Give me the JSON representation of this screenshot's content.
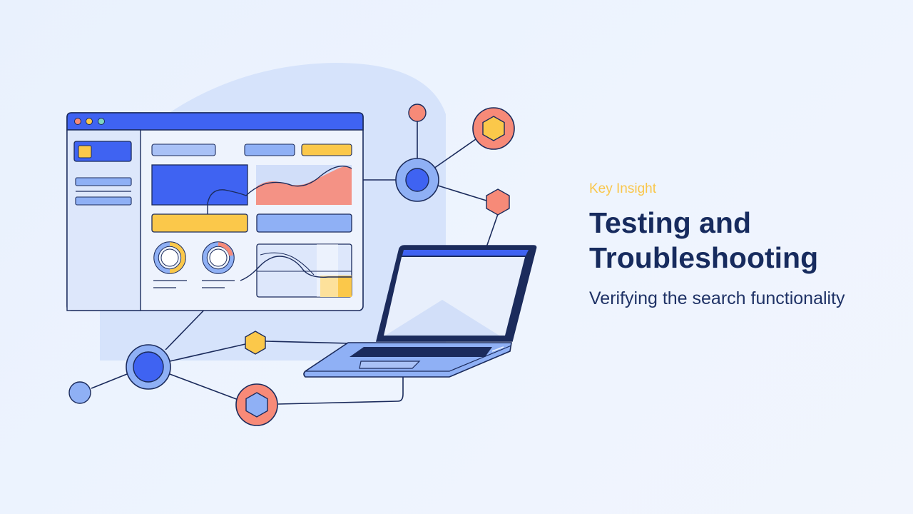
{
  "slide": {
    "eyebrow": "Key Insight",
    "title": "Testing and Troubleshooting",
    "subtitle": "Verifying the search functionality"
  },
  "colors": {
    "background": "#edf3fd",
    "primary_blue": "#3f63f2",
    "light_blue": "#8fb0f5",
    "coral": "#f78a78",
    "yellow": "#fbc84a",
    "navy": "#1b2b5c",
    "blob": "#d6e3fb"
  },
  "illustration": {
    "icons": [
      "dashboard-window-icon",
      "laptop-icon",
      "network-node-icon",
      "hexagon-node-icon",
      "area-chart-icon",
      "donut-chart-icon"
    ]
  }
}
